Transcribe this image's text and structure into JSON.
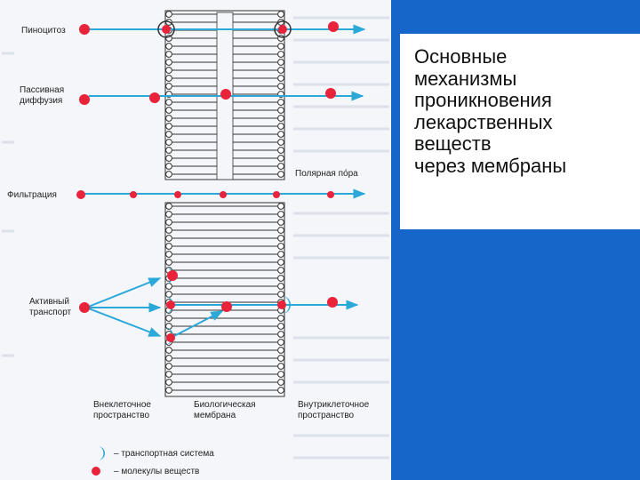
{
  "title": {
    "lines": [
      "Основные",
      "механизмы",
      "проникновения",
      "лекарственных",
      "веществ",
      "через мембраны"
    ]
  },
  "diagram": {
    "labels": {
      "pinocytosis": "Пиноцитоз",
      "passive_diffusion_1": "Пассивная",
      "passive_diffusion_2": "диффузия",
      "filtration": "Фильтрация",
      "polar_pore": "Полярная по́ра",
      "active_transport_1": "Активный",
      "active_transport_2": "транспорт",
      "extracellular_1": "Внеклеточное",
      "extracellular_2": "пространство",
      "membrane_1": "Биологическая",
      "membrane_2": "мембрана",
      "intracellular_1": "Внутриклеточное",
      "intracellular_2": "пространство"
    },
    "legend": {
      "transport_system": "– транспортная система",
      "drug_molecules": "– молекулы веществ"
    },
    "colors": {
      "molecule": "#e8233a",
      "carrier": "#2aa8d8",
      "arrow": "#2aa8d8",
      "panel": "#1666c9"
    }
  }
}
